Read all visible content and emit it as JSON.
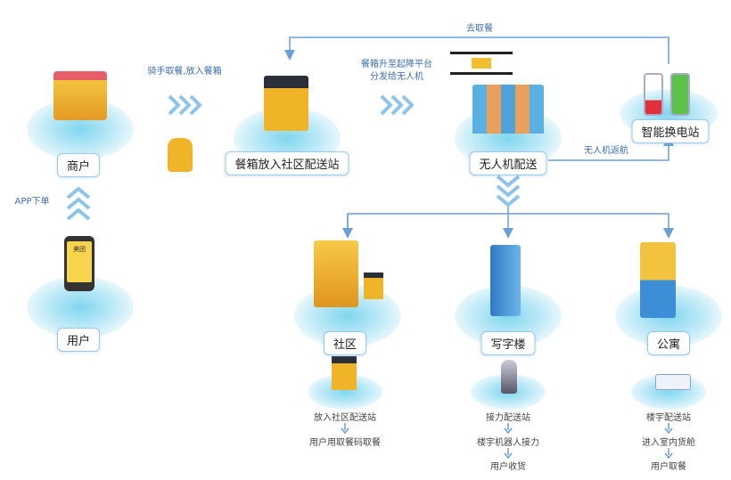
{
  "nodes": {
    "merchant": "商户",
    "user": "用户",
    "station": "餐箱放入社区配送站",
    "drone": "无人机配送",
    "battery": "智能换电站",
    "community": "社区",
    "office": "写字楼",
    "apartment": "公寓"
  },
  "notes": {
    "rider": "骑手取餐,放入餐箱",
    "app_order": "APP下单",
    "lift_1": "餐箱升至起降平台",
    "lift_2": "分发给无人机",
    "go_pickup": "去取餐",
    "return": "无人机返航",
    "app_brand": "美团"
  },
  "branches": {
    "community": [
      "放入社区配送站",
      "用户用取餐码取餐"
    ],
    "office": [
      "接力配送站",
      "楼宇机器人接力",
      "用户收货"
    ],
    "apartment": [
      "楼宇配送站",
      "进入室内货舱",
      "用户取餐"
    ]
  },
  "colors": {
    "line": "#6a9fd8",
    "accent": "#f0b429",
    "platform": "#7fd6f0"
  }
}
